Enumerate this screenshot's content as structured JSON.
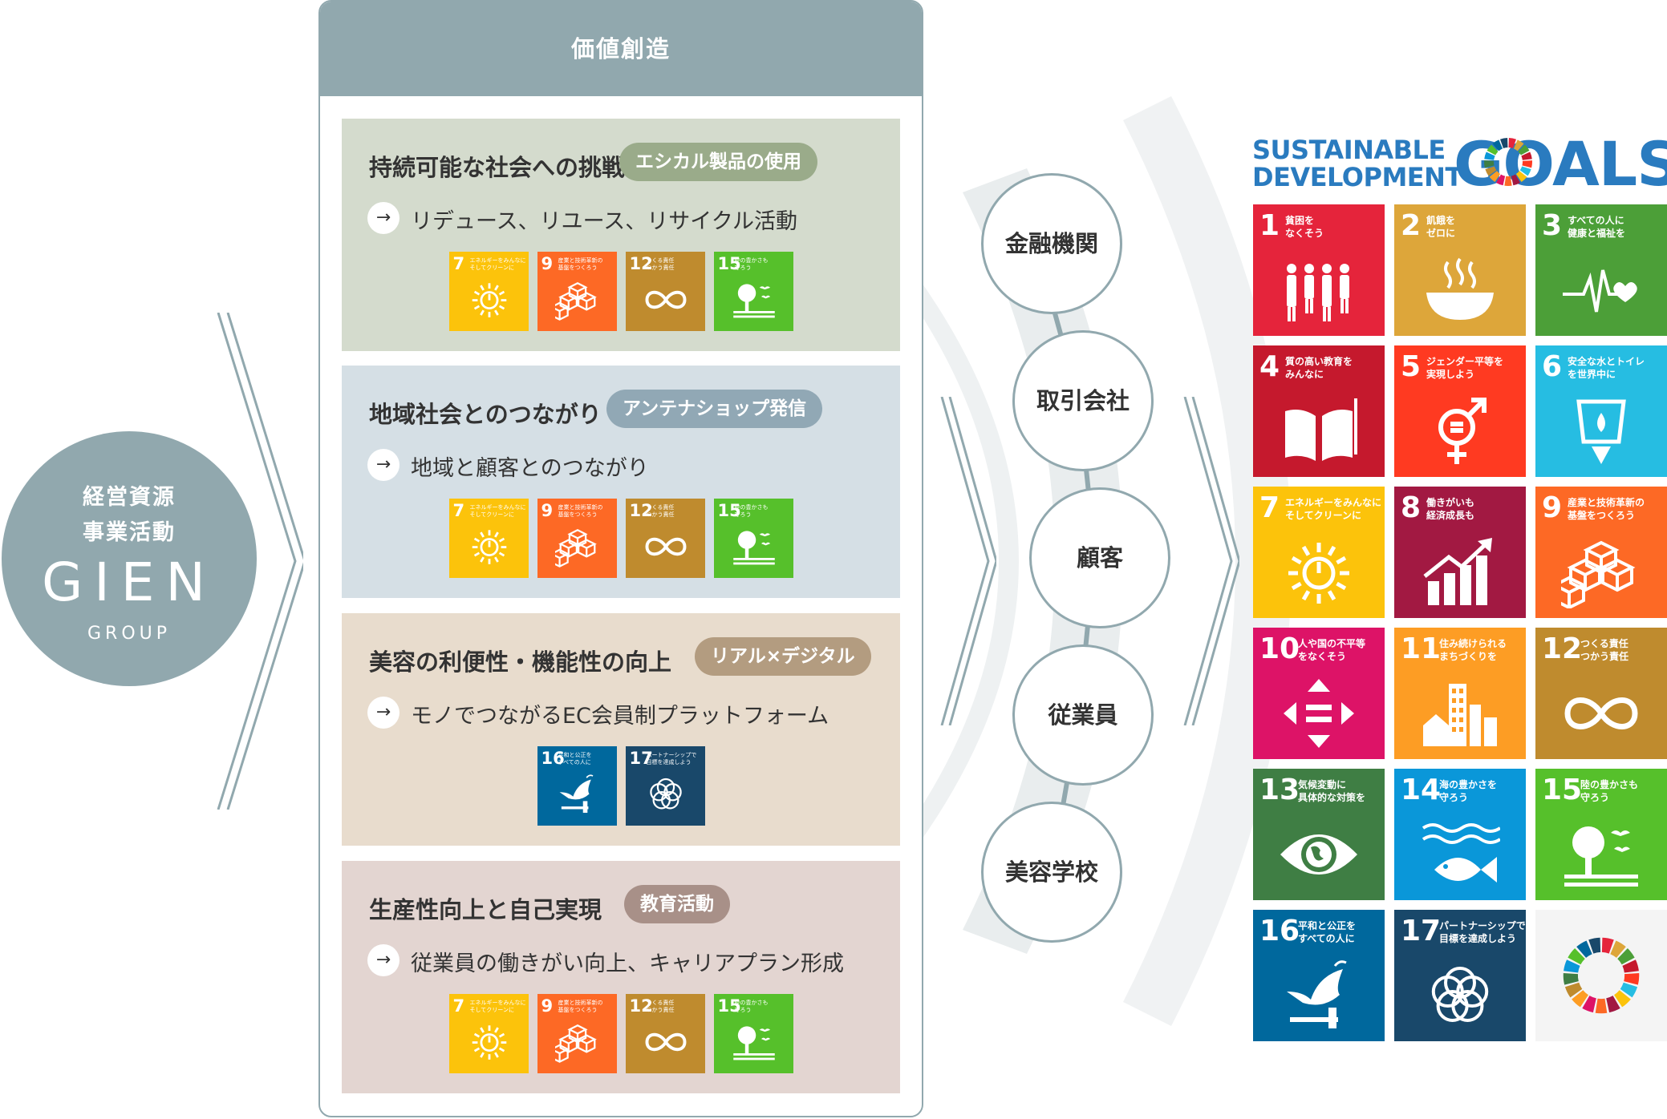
{
  "company": {
    "line1": "経営資源",
    "line2": "事業活動",
    "brand": "GIEN",
    "group": "GROUP"
  },
  "value_creation": {
    "title": "価値創造",
    "cards": [
      {
        "title": "持続可能な社会への挑戦",
        "badge": "エシカル製品の使用",
        "description": "リデュース、リユース、リサイクル活動",
        "goals": [
          "7",
          "9",
          "12",
          "15"
        ],
        "bg": "#d4dbcd",
        "badge_color": "#9aab8a"
      },
      {
        "title": "地域社会とのつながり",
        "badge": "アンテナショップ発信",
        "description": "地域と顧客とのつながり",
        "goals": [
          "7",
          "9",
          "12",
          "15"
        ],
        "bg": "#d5dfe5",
        "badge_color": "#91a8b5"
      },
      {
        "title": "美容の利便性・機能性の向上",
        "badge": "リアル×デジタル",
        "description": "モノでつながるEC会員制プラットフォーム",
        "goals": [
          "16",
          "17"
        ],
        "bg": "#e8dccd",
        "badge_color": "#b39c80"
      },
      {
        "title": "生産性向上と自己実現",
        "badge": "教育活動",
        "description": "従業員の働きがい向上、キャリアプラン形成",
        "goals": [
          "7",
          "9",
          "12",
          "15"
        ],
        "bg": "#e3d5d1",
        "badge_color": "#a89088"
      }
    ]
  },
  "stakeholders": [
    "金融機関",
    "取引会社",
    "顧客",
    "従業員",
    "美容学校"
  ],
  "sdgs": {
    "header_line1": "SUSTAINABLE",
    "header_line2": "DEVELOPMENT",
    "header_goals": "GOALS",
    "goals": [
      {
        "num": "1",
        "line1": "貧困を",
        "line2": "なくそう",
        "color": "#e5243b",
        "icon": "family-icon"
      },
      {
        "num": "2",
        "line1": "飢餓を",
        "line2": "ゼロに",
        "color": "#dda63a",
        "icon": "bowl-icon"
      },
      {
        "num": "3",
        "line1": "すべての人に",
        "line2": "健康と福祉を",
        "color": "#4c9f38",
        "icon": "heartbeat-icon"
      },
      {
        "num": "4",
        "line1": "質の高い教育を",
        "line2": "みんなに",
        "color": "#c5192d",
        "icon": "book-icon"
      },
      {
        "num": "5",
        "line1": "ジェンダー平等を",
        "line2": "実現しよう",
        "color": "#ff3a21",
        "icon": "gender-icon"
      },
      {
        "num": "6",
        "line1": "安全な水とトイレ",
        "line2": "を世界中に",
        "color": "#26bde2",
        "icon": "water-icon"
      },
      {
        "num": "7",
        "line1": "エネルギーをみんなに",
        "line2": "そしてクリーンに",
        "color": "#fcc30b",
        "icon": "sun-power-icon"
      },
      {
        "num": "8",
        "line1": "働きがいも",
        "line2": "経済成長も",
        "color": "#a21942",
        "icon": "growth-chart-icon"
      },
      {
        "num": "9",
        "line1": "産業と技術革新の",
        "line2": "基盤をつくろう",
        "color": "#fd6925",
        "icon": "cubes-icon"
      },
      {
        "num": "10",
        "line1": "人や国の不平等",
        "line2": "をなくそう",
        "color": "#dd1367",
        "icon": "equality-icon"
      },
      {
        "num": "11",
        "line1": "住み続けられる",
        "line2": "まちづくりを",
        "color": "#fd9d24",
        "icon": "city-icon"
      },
      {
        "num": "12",
        "line1": "つくる責任",
        "line2": "つかう責任",
        "color": "#bf8b2e",
        "icon": "infinity-icon"
      },
      {
        "num": "13",
        "line1": "気候変動に",
        "line2": "具体的な対策を",
        "color": "#3f7e44",
        "icon": "eye-globe-icon"
      },
      {
        "num": "14",
        "line1": "海の豊かさを",
        "line2": "守ろう",
        "color": "#0a97d9",
        "icon": "fish-icon"
      },
      {
        "num": "15",
        "line1": "陸の豊かさも",
        "line2": "守ろう",
        "color": "#56c02b",
        "icon": "tree-icon"
      },
      {
        "num": "16",
        "line1": "平和と公正を",
        "line2": "すべての人に",
        "color": "#00689d",
        "icon": "dove-icon"
      },
      {
        "num": "17",
        "line1": "パートナーシップで",
        "line2": "目標を達成しよう",
        "color": "#19486a",
        "icon": "flower-icon"
      }
    ]
  }
}
